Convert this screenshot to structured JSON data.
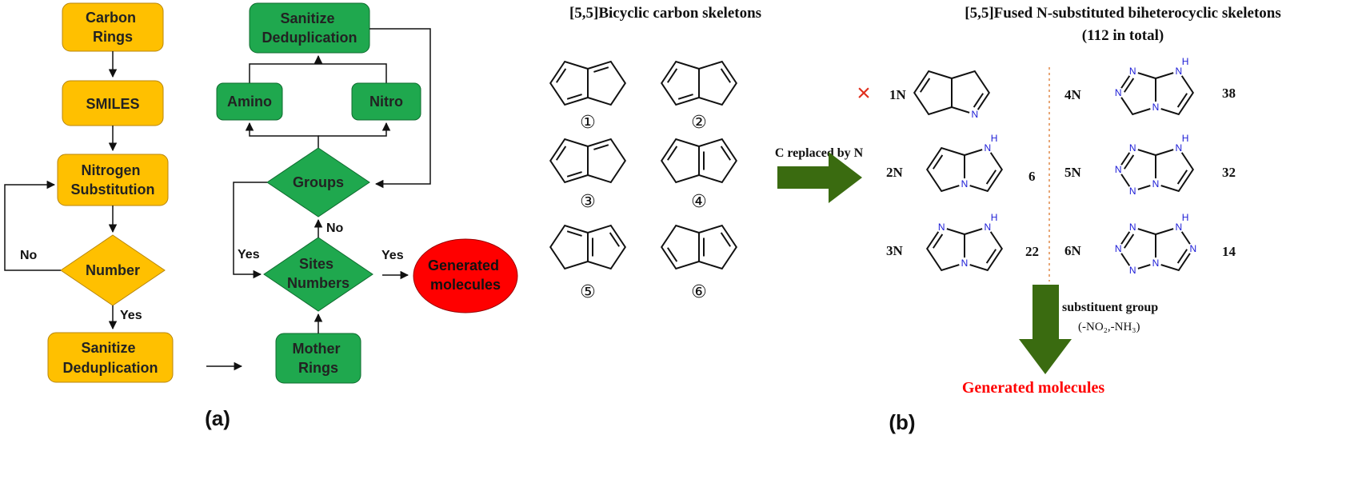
{
  "panel_a": {
    "label": "(a)",
    "left_flow": {
      "carbon_rings": "Carbon Rings",
      "smiles": "SMILES",
      "nitrogen_substitution": "Nitrogen Substitution",
      "number": "Number",
      "sanitize": "Sanitize Deduplication",
      "no_label": "No",
      "yes_label": "Yes"
    },
    "right_flow": {
      "sanitize": "Sanitize Deduplication",
      "amino": "Amino",
      "nitro": "Nitro",
      "groups": "Groups",
      "sites_numbers": "Sites Numbers",
      "mother_rings": "Mother Rings",
      "generated": "Generated molecules",
      "no_label": "No",
      "yes_left_label": "Yes",
      "yes_right_label": "Yes"
    },
    "colors": {
      "orange": "#FFC000",
      "green": "#1FA84E",
      "red": "#FF0000"
    }
  },
  "panel_b": {
    "label": "(b)",
    "carbon_heading": "[5,5]Bicyclic carbon skeletons",
    "fused_heading_line1": "[5,5]Fused N-substituted biheterocyclic skeletons",
    "fused_heading_line2": "(112 in total)",
    "carbon_skeletons": [
      "①",
      "②",
      "③",
      "④",
      "⑤",
      "⑥"
    ],
    "replace_label": "C replaced by N",
    "substituent_label_line1": "substituent group",
    "substituent_label_line2": "(-NO₂,-NH₃)",
    "generated_label": "Generated molecules",
    "reject_mark": "×",
    "heterocycles": [
      {
        "name": "1N",
        "count": ""
      },
      {
        "name": "2N",
        "count": "6"
      },
      {
        "name": "3N",
        "count": "22"
      },
      {
        "name": "4N",
        "count": "38"
      },
      {
        "name": "5N",
        "count": "32"
      },
      {
        "name": "6N",
        "count": "14"
      }
    ],
    "atoms": {
      "n": "N",
      "nh": "H"
    },
    "colors": {
      "arrow": "#3A6B10",
      "generated": "#FF0000",
      "atom": "#1B1BD6",
      "divider": "#E08A4A"
    }
  }
}
